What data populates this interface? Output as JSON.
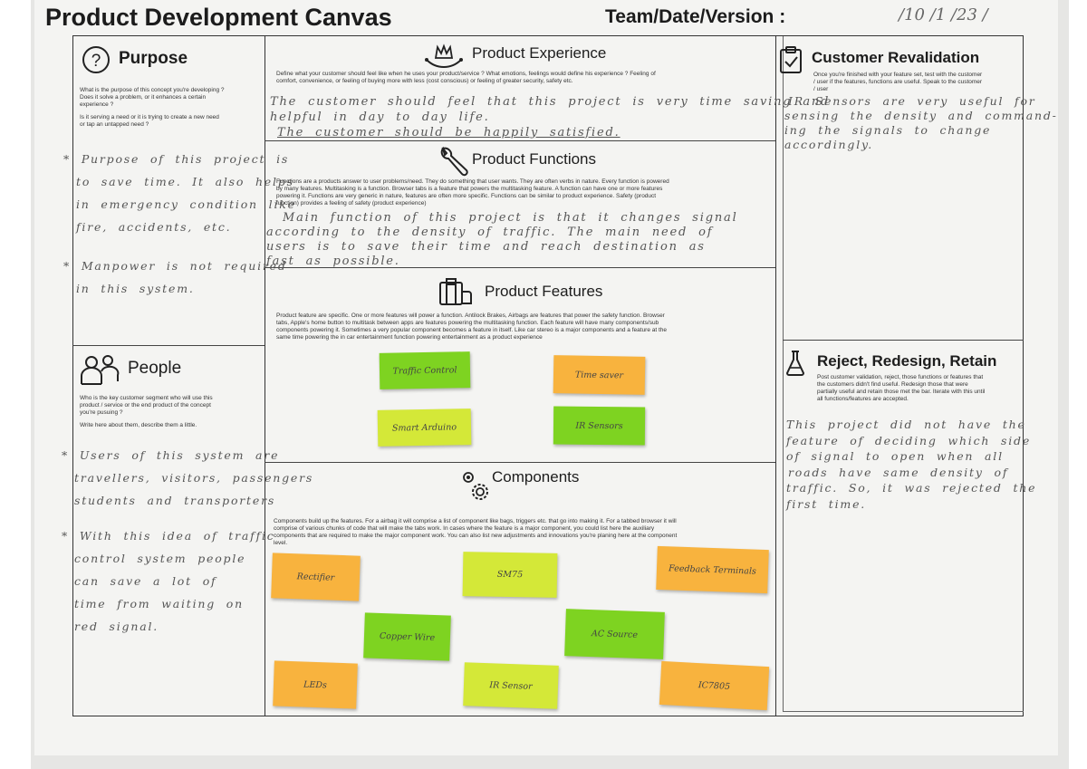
{
  "header": {
    "title": "Product Development Canvas",
    "team_label": "Team/Date/Version :",
    "date_value": "/10 /1 /23 /"
  },
  "purpose": {
    "icon": "question-circle-icon",
    "title": "Purpose",
    "description": [
      "What is the purpose of this concept you're developing ?",
      "Does it solve a problem, or it enhances a certain",
      "experience ?",
      "",
      "Is it serving a need or it is trying to create a new need",
      "or tap an untapped need ?"
    ],
    "handwritten": [
      "* Purpose of this project is",
      "to save time. It also helps",
      "in emergency condition like",
      "fire, accidents, etc.",
      "",
      "* Manpower is not required",
      "in this system."
    ]
  },
  "people": {
    "icon": "people-icon",
    "title": "People",
    "description": [
      "Who is the key customer segment who will use this",
      "product / service or the end product of the concept",
      "you're pusuing ?",
      "",
      "Write here about them, describe them a little."
    ],
    "handwritten": [
      "* Users of this system are",
      "travellers, visitors, passengers",
      "students and transporters",
      "",
      "* With this idea of traffic",
      "control system people",
      "can save a lot of",
      "time from waiting on",
      "red signal."
    ]
  },
  "experience": {
    "icon": "crown-hand-icon",
    "title": "Product Experience",
    "description": [
      "Define what your customer should feel like when he uses your product/service ? What emotions, feelings would define his experience ? Feeling of",
      "comfort, convenience, or feeling of buying more with less (cost conscious) or feeling of greater security, safety etc."
    ],
    "handwritten": [
      "The customer should feel that this project is very time saving and",
      "helpful in day to day life.",
      "The customer should be happily satisfied."
    ]
  },
  "functions": {
    "icon": "wrench-icon",
    "title": "Product Functions",
    "description": [
      "Functions are a products answer to user problems/need. They do something that user wants. They are often verbs in nature. Every function is powered",
      "by many features. Multitasking is a function. Browser tabs is a feature that powers the multitasking feature. A function can have one or more features",
      "powering it. Functions are very generic in nature, features are often more specific. Functions can be similar to product experience. Safety (product",
      "function) provides a feeling of safety (product experience)"
    ],
    "handwritten": [
      "Main function of this project is that it changes signal",
      "according to the density of traffic. The main need of",
      "users is to save their time and reach destination as",
      "fast as possible."
    ]
  },
  "features": {
    "icon": "features-box-icon",
    "title": "Product Features",
    "description": [
      "Product feature are specific. One or more features will power a function. Antilock Brakes, Airbags are features that power the safety function. Browser",
      "tabs, Apple's home button to multitask between apps are features powering the multitasking function. Each feature will have many components/sub",
      "components powering it. Sometimes a very popular component becomes a feature in itself. Like car stereo is a major components and a feature at the",
      "same time powering the in car entertainment function powering entertainment as a product experience"
    ],
    "notes": [
      {
        "text": "Traffic Control",
        "color": "green"
      },
      {
        "text": "Time saver",
        "color": "orange"
      },
      {
        "text": "Smart Arduino",
        "color": "yellow"
      },
      {
        "text": "IR Sensors",
        "color": "green"
      }
    ]
  },
  "components": {
    "icon": "gears-icon",
    "title": "Components",
    "description": [
      "Components build up the features. For a airbag it will comprise a list of component like bags, triggers etc. that go into making it. For a tabbed browser it will",
      "comprise of various chunks of code that will make the tabs work. In cases where the feature is a major component, you could list here the auxiliary",
      "components that are required to make the major component work. You can also list new adjustments and innovations you're planing here at the component",
      "level."
    ],
    "notes": [
      {
        "text": "Rectifier",
        "color": "orange"
      },
      {
        "text": "SM75",
        "color": "yellow"
      },
      {
        "text": "Feedback Terminals",
        "color": "orange"
      },
      {
        "text": "Copper Wire",
        "color": "green"
      },
      {
        "text": "AC Source",
        "color": "green"
      },
      {
        "text": "LEDs",
        "color": "orange"
      },
      {
        "text": "IR Sensor",
        "color": "yellow"
      },
      {
        "text": "IC7805",
        "color": "orange"
      }
    ]
  },
  "revalidation": {
    "icon": "clipboard-check-icon",
    "title": "Customer Revalidation",
    "description": [
      "Once you're finished with your feature set, test with the customer",
      "/ user if the features, functions are useful. Speak to the customer",
      "/ user"
    ],
    "handwritten": [
      "IR Sensors are very useful for",
      "sensing the density and command-",
      "ing the signals to change",
      "accordingly."
    ]
  },
  "reject": {
    "icon": "flask-icon",
    "title": "Reject, Redesign, Retain",
    "description": [
      "Post customer validation, reject, those functions or features that",
      "the customers didn't find useful. Redesign those that were",
      "partially useful and retain those met the bar. Iterate with this until",
      "all functions/features are accepted."
    ],
    "handwritten": [
      "This project did not have the",
      "feature of deciding which side",
      "of signal to open when all",
      "roads have same density of",
      "traffic. So, it was rejected the",
      "first time."
    ]
  },
  "colors": {
    "paper": "#f4f4f2",
    "ink": "#1c1c1c",
    "handwriting": "#555555",
    "note_green": "#7ed321",
    "note_yellow": "#d4e838",
    "note_orange": "#f8b33e"
  }
}
